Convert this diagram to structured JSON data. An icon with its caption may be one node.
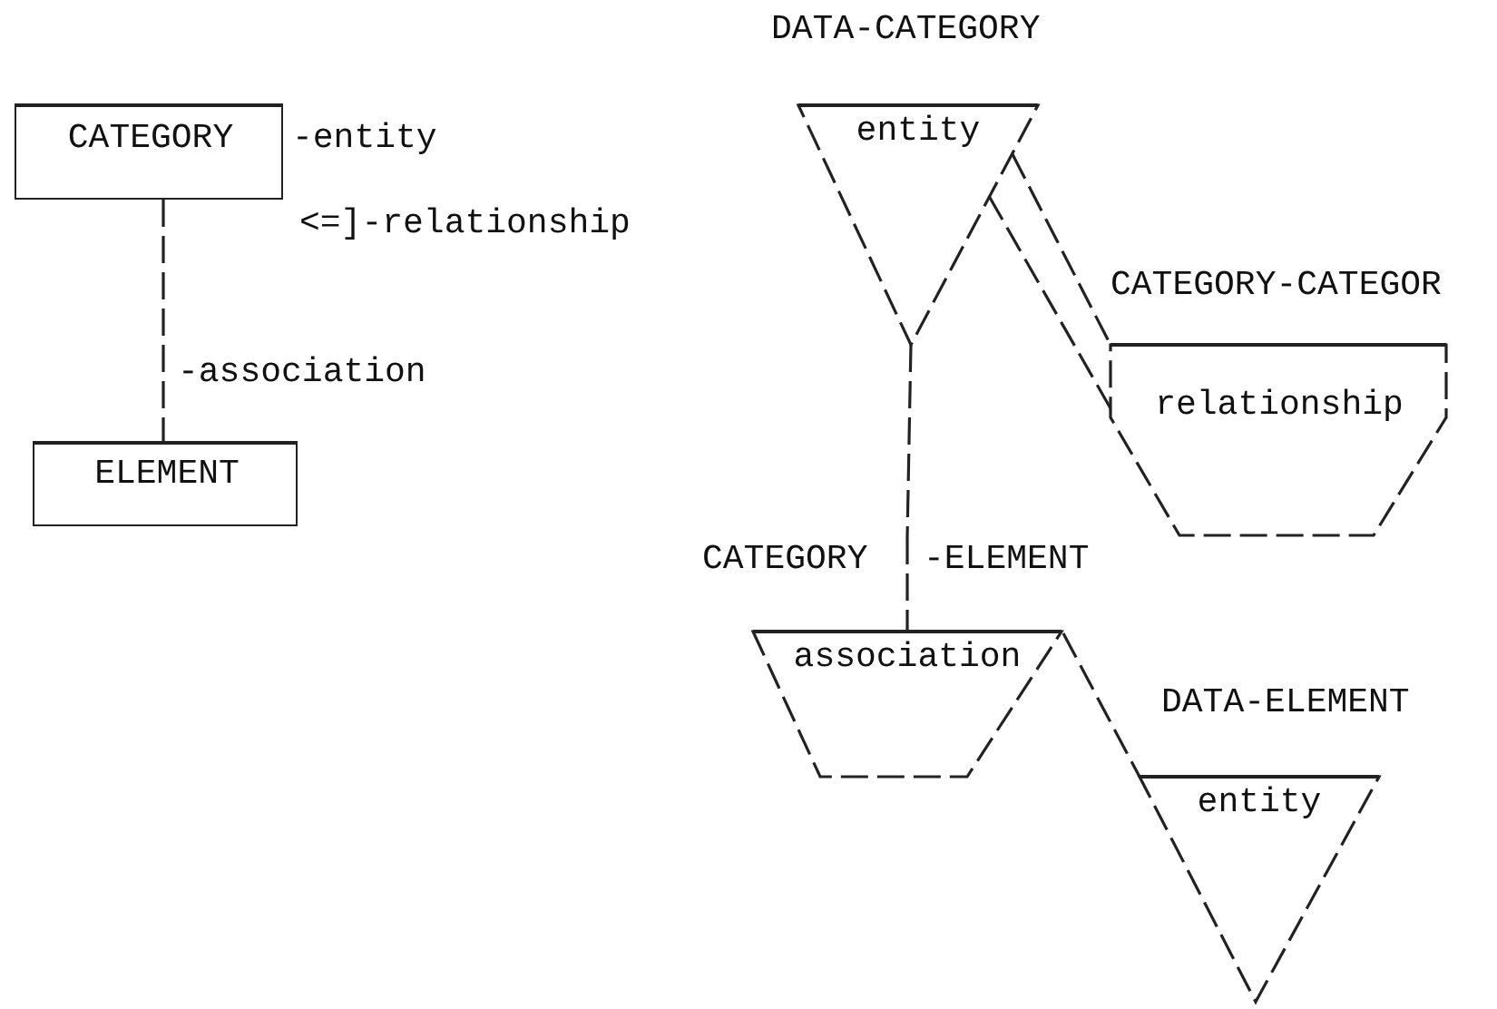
{
  "diagram": {
    "nodes": [
      {
        "text": [
          "CATEGORY"
        ],
        "beside": [
          "-entity"
        ]
      },
      {
        "text": [
          "ELEMENT"
        ]
      },
      {
        "text": [
          "DATA-CATEGORY",
          "entity"
        ]
      },
      {
        "text": [
          "CATEGORY-CATEGOR",
          "relationship"
        ]
      },
      {
        "text": [
          "CATEGORY",
          "-ELEMENT",
          "association"
        ]
      },
      {
        "text": [
          "DATA-ELEMENT",
          "entity"
        ]
      }
    ],
    "edges": [
      {
        "from": 0,
        "to": 1,
        "arrow": "none"
      },
      {
        "from": 2,
        "to": 4,
        "arrow": "none"
      },
      {
        "from": 2,
        "to": 3,
        "arrow": "none"
      },
      {
        "from": 2,
        "to": 3,
        "arrow": "none"
      },
      {
        "from": 4,
        "to": 5,
        "arrow": "none"
      }
    ],
    "labels": [
      "<=]-relationship",
      "-association"
    ]
  }
}
